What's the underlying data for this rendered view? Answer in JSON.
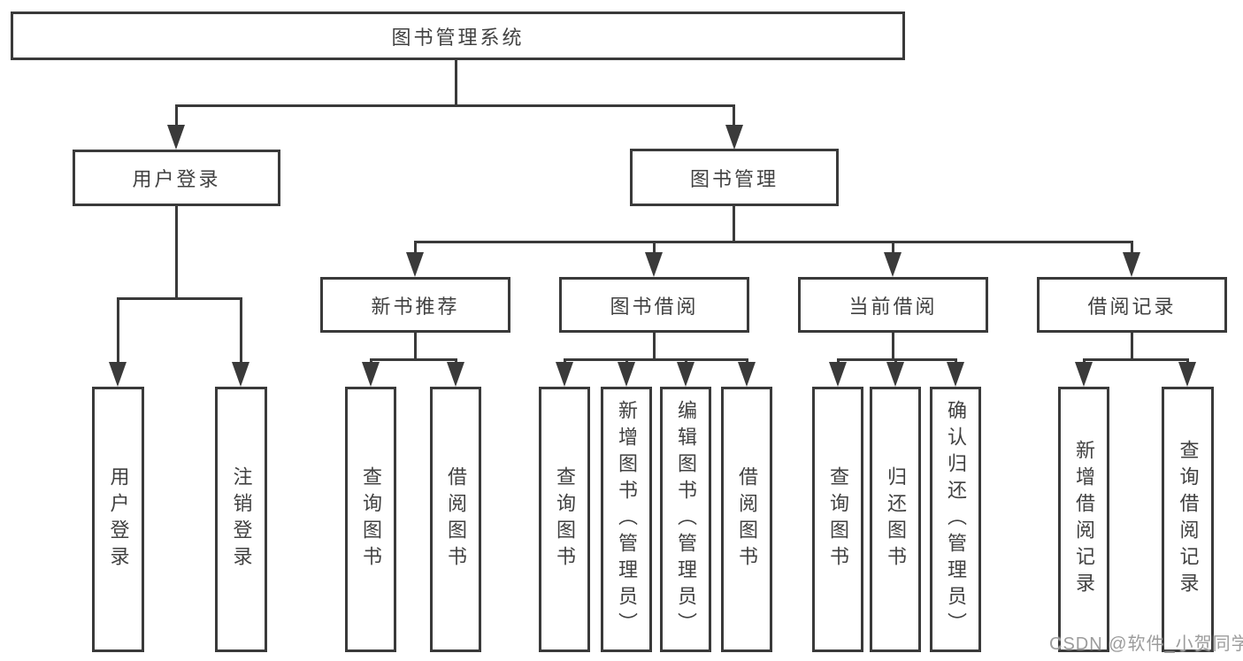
{
  "diagram": {
    "title": "图书管理系统",
    "branches": {
      "user": {
        "label": "用户登录",
        "children": [
          "用户登录",
          "注销登录"
        ]
      },
      "book": {
        "label": "图书管理",
        "sections": [
          {
            "label": "新书推荐",
            "children": [
              "查询图书",
              "借阅图书"
            ]
          },
          {
            "label": "图书借阅",
            "children": [
              "查询图书",
              "新增图书（管理员）",
              "编辑图书（管理员）",
              "借阅图书"
            ]
          },
          {
            "label": "当前借阅",
            "children": [
              "查询图书",
              "归还图书",
              "确认归还（管理员）"
            ]
          },
          {
            "label": "借阅记录",
            "children": [
              "新增借阅记录",
              "查询借阅记录"
            ]
          }
        ]
      }
    },
    "watermark": "CSDN @软件_小贺同学",
    "colors": {
      "line": "#3a3a3a",
      "text": "#414141",
      "watermark": "#9c9c9c",
      "background": "#ffffff"
    }
  }
}
